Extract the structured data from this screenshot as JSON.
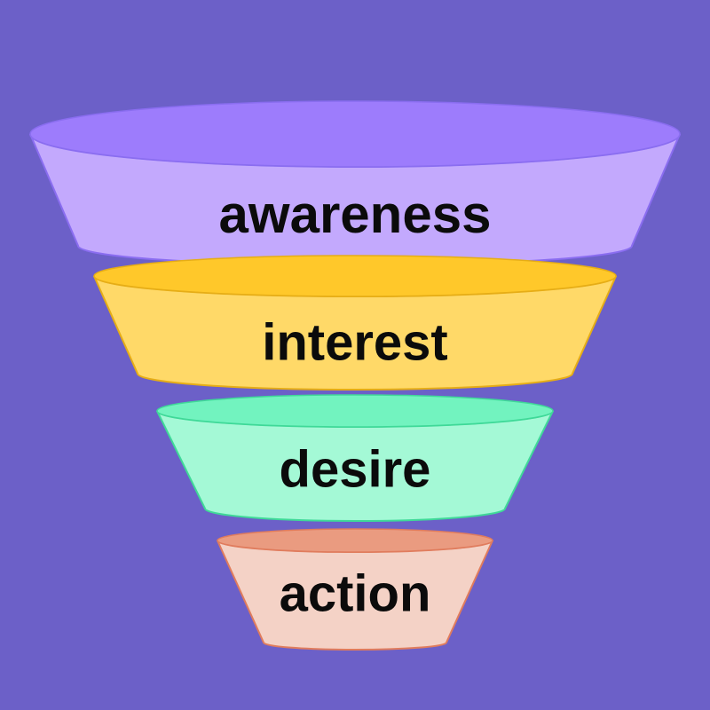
{
  "background": "#6c60c8",
  "stages": [
    {
      "label": "awareness",
      "body_color": "#c3a9fd",
      "rim_color": "#9d7cfc",
      "stroke_color": "#8a6df0"
    },
    {
      "label": "interest",
      "body_color": "#ffd968",
      "rim_color": "#ffc82a",
      "stroke_color": "#e6ad16"
    },
    {
      "label": "desire",
      "body_color": "#a4f9d6",
      "rim_color": "#72f3bf",
      "stroke_color": "#3fd998"
    },
    {
      "label": "action",
      "body_color": "#f4d2c6",
      "rim_color": "#ea9b80",
      "stroke_color": "#e07c5d"
    }
  ]
}
